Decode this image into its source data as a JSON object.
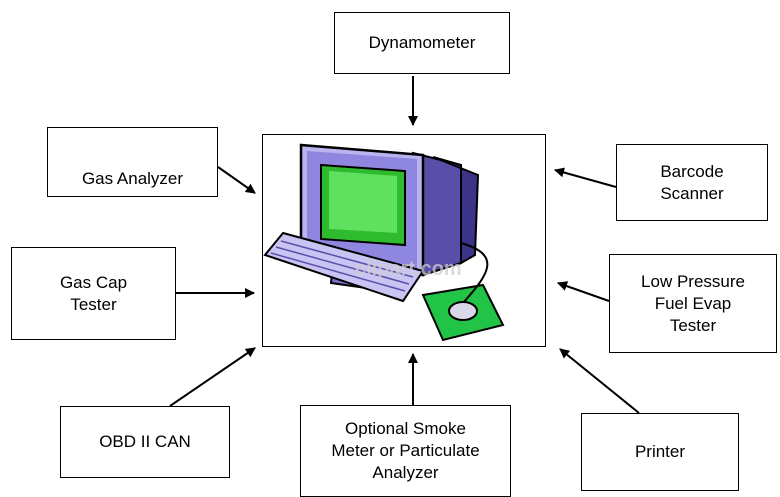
{
  "nodes": {
    "dynamometer": [
      "Dynamometer"
    ],
    "gas_analyzer": [
      "Gas Analyzer"
    ],
    "barcode_scanner": [
      "Barcode",
      "Scanner"
    ],
    "gas_cap_tester": [
      "Gas Cap",
      "Tester"
    ],
    "low_pressure": [
      "Low Pressure",
      "Fuel Evap",
      "Tester"
    ],
    "obd": [
      "OBD II CAN"
    ],
    "smoke_meter": [
      "Optional Smoke",
      "Meter or Particulate",
      "Analyzer"
    ],
    "printer": [
      "Printer"
    ]
  },
  "center": {
    "icon": "computer-clipart",
    "watermark": "clipart.com"
  }
}
